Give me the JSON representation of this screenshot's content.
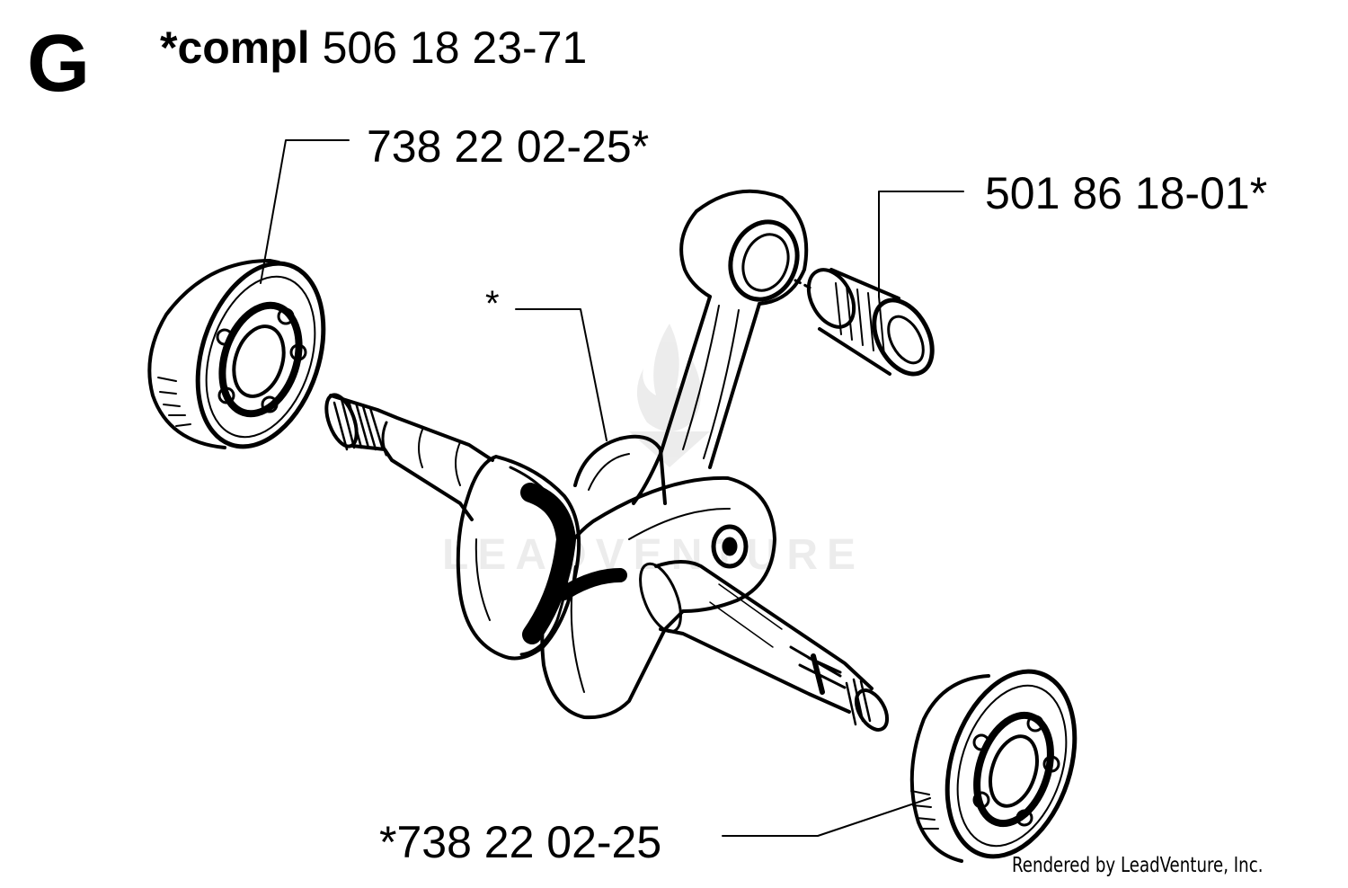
{
  "section": {
    "letter": "G"
  },
  "assembly": {
    "prefix": "*compl",
    "number": "506 18 23-71"
  },
  "parts": {
    "bearing_top": "738 22 02-25*",
    "needle_bearing": "501 86 18-01*",
    "crankshaft_marker": "*",
    "bearing_bottom": "*738 22 02-25"
  },
  "watermark": "LEADVENTURE",
  "footer": "Rendered by LeadVenture, Inc."
}
